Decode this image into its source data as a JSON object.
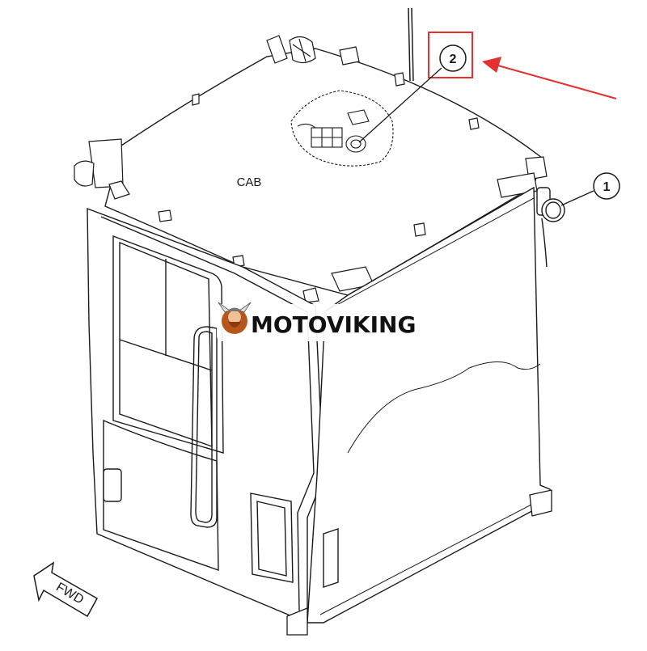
{
  "diagram": {
    "cab_label": "CAB",
    "callouts": [
      {
        "number": "1",
        "role": "part-callout"
      },
      {
        "number": "2",
        "role": "part-callout",
        "highlighted": true
      }
    ],
    "direction_label": "FWD",
    "watermark": {
      "brand": "MOTOVIKING"
    }
  },
  "colors": {
    "line": "#1a1a1a",
    "highlight": "#e53030",
    "background": "#ffffff",
    "watermark_text": "#111111"
  }
}
